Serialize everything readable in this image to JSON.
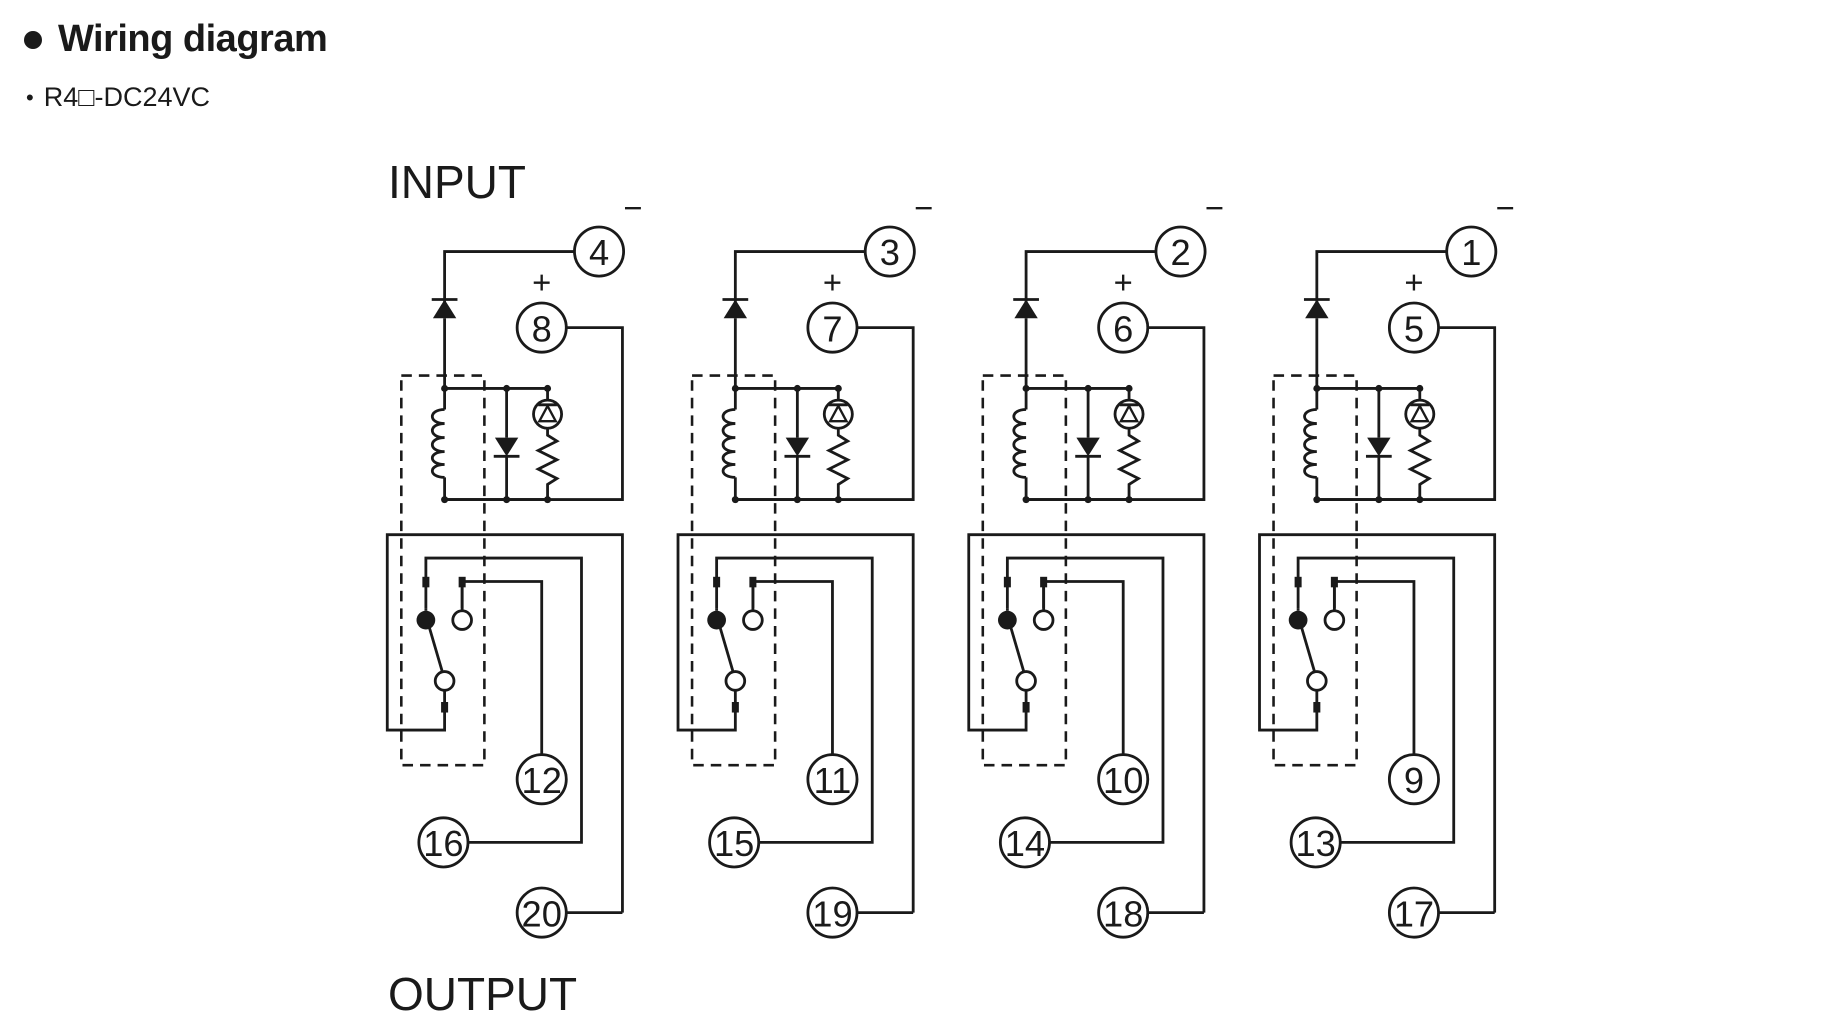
{
  "header": {
    "title": "Wiring diagram",
    "model": "R4□-DC24VC"
  },
  "diagram": {
    "input_label": "INPUT",
    "output_label": "OUTPUT",
    "plus_sign": "+",
    "minus_sign": "−",
    "channels": [
      {
        "minus": "4",
        "plus": "8",
        "nc": "12",
        "no": "16",
        "com": "20"
      },
      {
        "minus": "3",
        "plus": "7",
        "nc": "11",
        "no": "15",
        "com": "19"
      },
      {
        "minus": "2",
        "plus": "6",
        "nc": "10",
        "no": "14",
        "com": "18"
      },
      {
        "minus": "1",
        "plus": "5",
        "nc": "9",
        "no": "13",
        "com": "17"
      }
    ]
  }
}
